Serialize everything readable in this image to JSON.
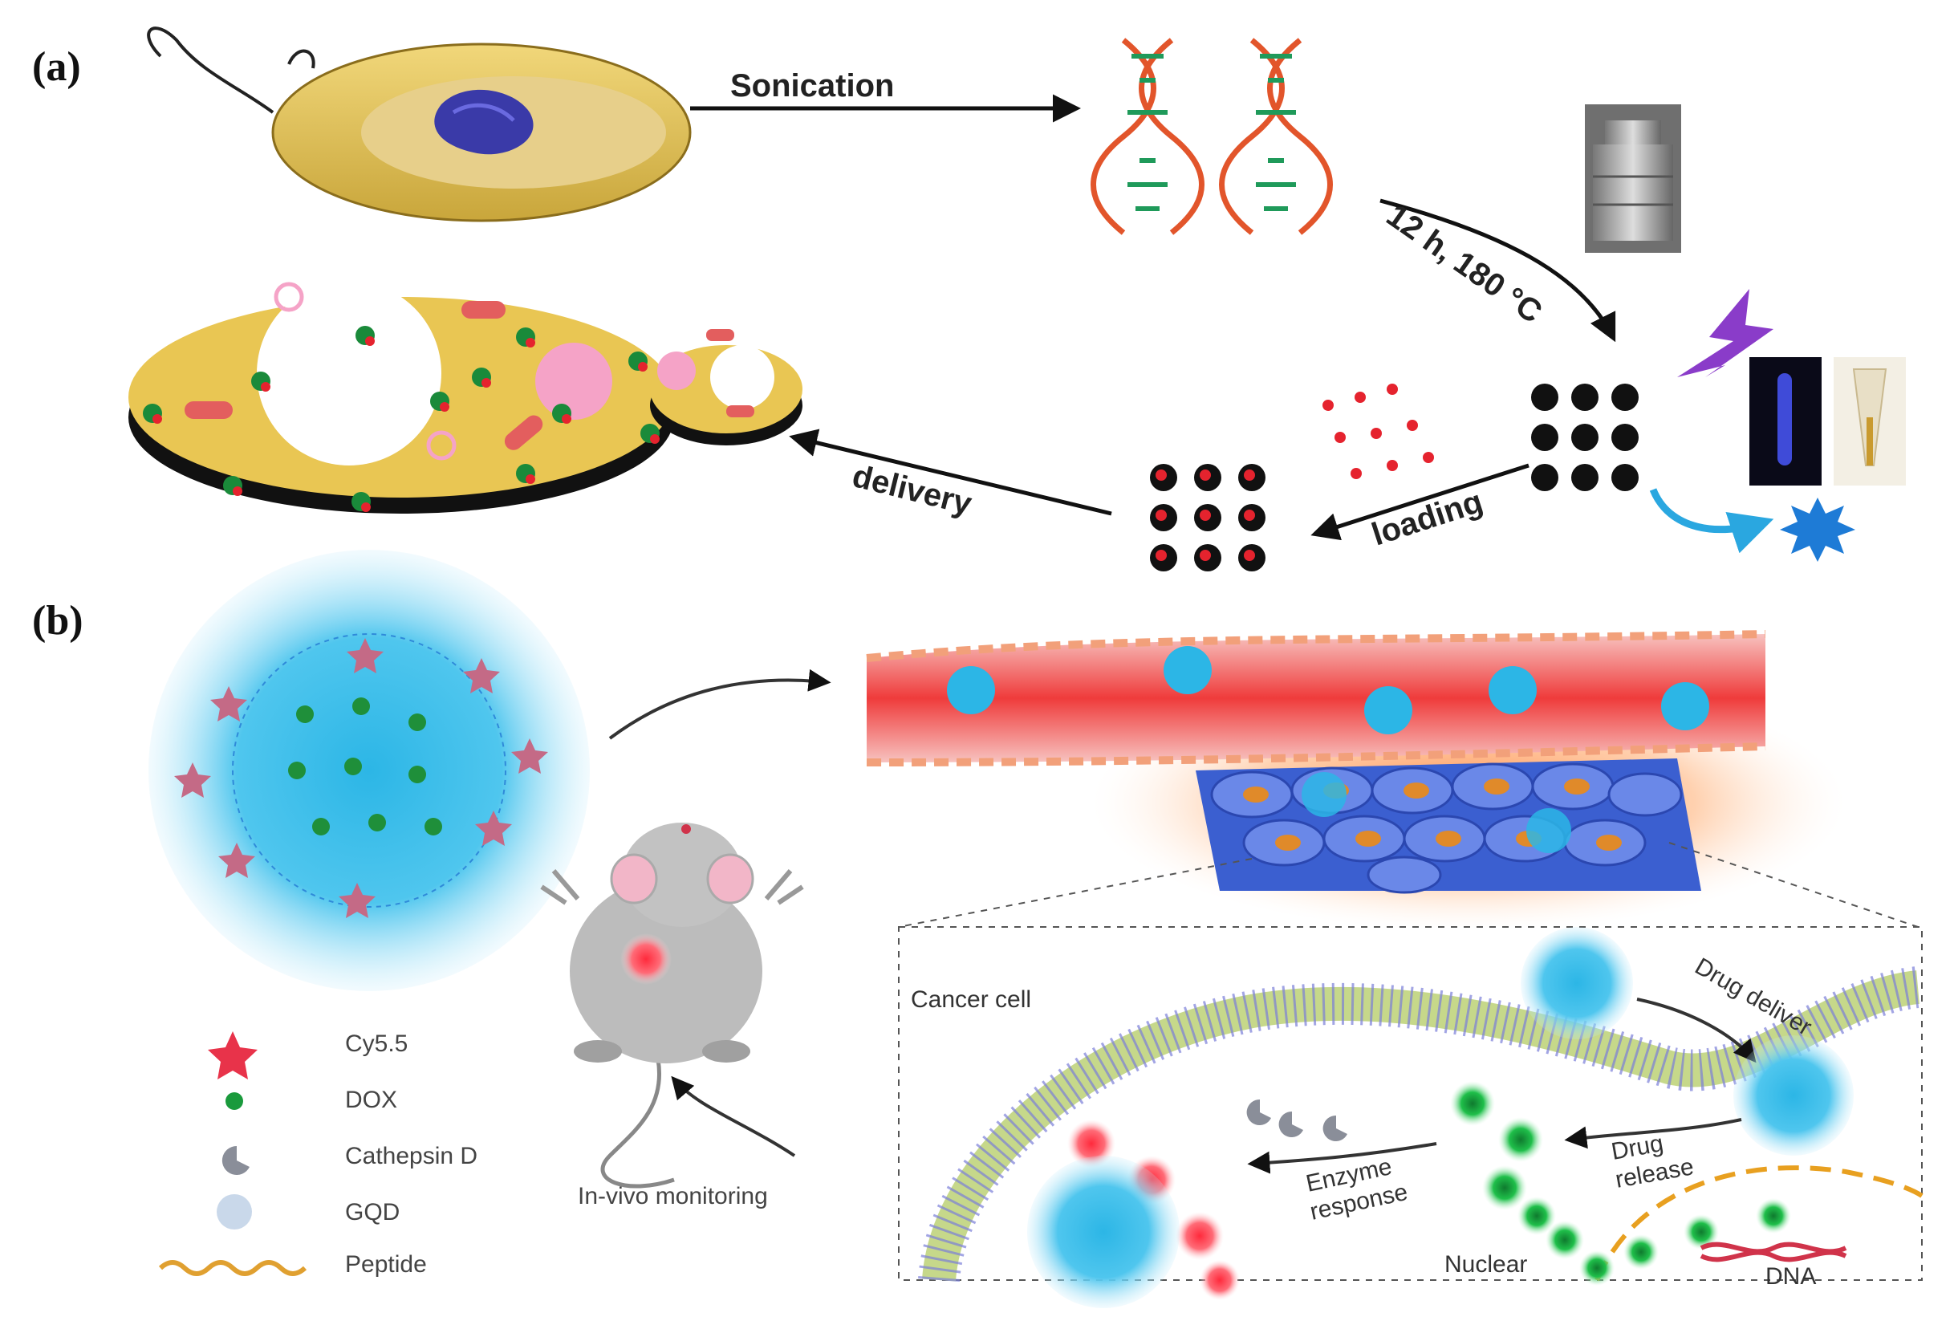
{
  "panel_a": {
    "label": "(a)",
    "steps": {
      "sonication": "Sonication",
      "hydrothermal": "12 h, 180 °C",
      "loading": "loading",
      "delivery": "delivery"
    }
  },
  "panel_b": {
    "label": "(b)",
    "monitoring": "In-vivo monitoring",
    "inset": {
      "cancer_cell": "Cancer cell",
      "drug_deliver": "Drug deliver",
      "drug_release_1": "Drug",
      "drug_release_2": "release",
      "enzyme_response_1": "Enzyme",
      "enzyme_response_2": "response",
      "nuclear": "Nuclear",
      "dna": "DNA"
    },
    "legend": [
      {
        "label": "Cy5.5",
        "icon": "star-icon",
        "color": "#e8334a"
      },
      {
        "label": "DOX",
        "icon": "dot-icon",
        "color": "#1a9a3c"
      },
      {
        "label": "Cathepsin D",
        "icon": "pacman-icon",
        "color": "#8a8e99"
      },
      {
        "label": "GQD",
        "icon": "circle-icon",
        "color": "#c9d8ea"
      },
      {
        "label": "Peptide",
        "icon": "wave-icon",
        "color": "#e0a030"
      }
    ]
  }
}
